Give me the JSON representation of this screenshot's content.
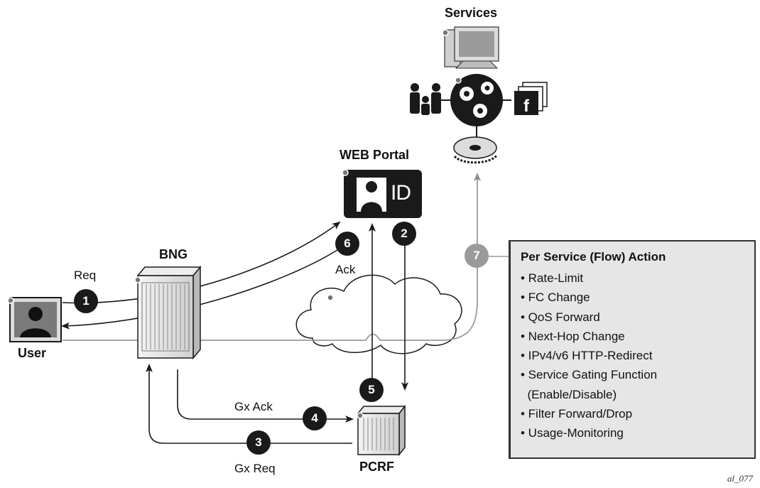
{
  "nodes": {
    "services": "Services",
    "web_portal": "WEB Portal",
    "bng": "BNG",
    "user": "User",
    "pcrf": "PCRF"
  },
  "portal_badge": "ID",
  "facebook_badge": "f",
  "flow_labels": {
    "req": "Req",
    "ack": "Ack",
    "gx_ack": "Gx Ack",
    "gx_req": "Gx Req"
  },
  "steps": [
    "1",
    "2",
    "3",
    "4",
    "5",
    "6",
    "7"
  ],
  "action_box": {
    "title": "Per Service (Flow) Action",
    "items": [
      "• Rate-Limit",
      "• FC Change",
      "• QoS Forward",
      "• Next-Hop Change",
      "• IPv4/v6 HTTP-Redirect",
      "• Service Gating Function",
      "  (Enable/Disable)",
      "• Filter Forward/Drop",
      "• Usage-Monitoring"
    ]
  },
  "figure_id": "al_077",
  "colors": {
    "dark": "#1a1a1a",
    "step7": "#9a9a9a",
    "box_bg": "#e6e6e6",
    "line_grey": "#9a9a9a"
  }
}
